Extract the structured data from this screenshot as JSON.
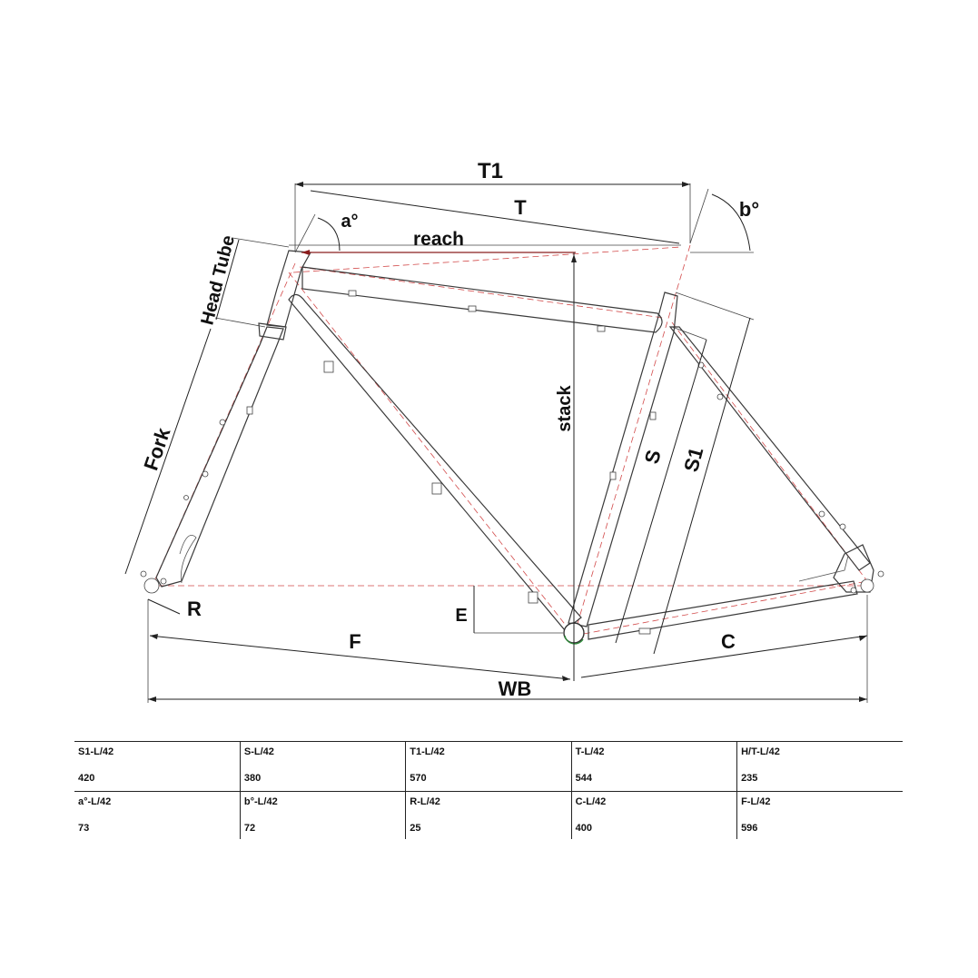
{
  "diagram": {
    "labels": {
      "t1": "T1",
      "t": "T",
      "b_angle": "b°",
      "a_angle": "a°",
      "reach": "reach",
      "head_tube": "Head Tube",
      "stack": "stack",
      "s": "S",
      "s1": "S1",
      "fork": "Fork",
      "r": "R",
      "e": "E",
      "f": "F",
      "c": "C",
      "wb": "WB"
    },
    "colors": {
      "centerline": "#d24a4a",
      "reach": "#8b1d1d"
    }
  },
  "spec_table": {
    "rows": [
      [
        {
          "label": "S1-L/42",
          "value": "420"
        },
        {
          "label": "S-L/42",
          "value": "380"
        },
        {
          "label": "T1-L/42",
          "value": "570"
        },
        {
          "label": "T-L/42",
          "value": "544"
        },
        {
          "label": "H/T-L/42",
          "value": "235"
        }
      ],
      [
        {
          "label": "a°-L/42",
          "value": "73"
        },
        {
          "label": "b°-L/42",
          "value": "72"
        },
        {
          "label": "R-L/42",
          "value": "25"
        },
        {
          "label": "C-L/42",
          "value": "400"
        },
        {
          "label": "F-L/42",
          "value": "596"
        }
      ]
    ]
  }
}
